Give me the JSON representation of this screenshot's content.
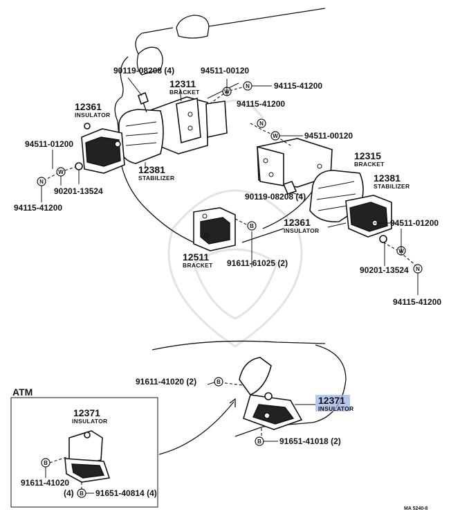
{
  "labels": {
    "p90119_top": "90119-08208 (4)",
    "p94511_top": "94511-00120",
    "p94115_top": "94115-41200",
    "p12311": "12311",
    "bracket_top": "BRACKET",
    "p12361_left": "12361",
    "insulator_left": "INSULATOR",
    "p94115_mid": "94115-41200",
    "p94511_mid": "94511-00120",
    "p94511_left": "94511-01200",
    "p12315": "12315",
    "bracket_right": "BRACKET",
    "p12381_left": "12381",
    "stabilizer_left": "STABILIZER",
    "p12381_right": "12381",
    "stabilizer_right": "STABILIZER",
    "p90201_left": "90201-13524",
    "p90119_right": "90119-08208 (4)",
    "p94115_left": "94115-41200",
    "p12361_right": "12361",
    "insulator_right": "INSULATOR",
    "p94511_right": "94511-01200",
    "p12511": "12511",
    "bracket_bottom": "BRACKET",
    "p91611_61025": "91611-61025 (2)",
    "p90201_right": "90201-13524",
    "p94115_right": "94115-41200",
    "p91611_41020_top": "91611-41020 (2)",
    "p12371_main": "12371",
    "insulator_main": "INSULATOR",
    "p91651_41018": "91651-41018 (2)",
    "atm_title": "ATM",
    "p12371_atm": "12371",
    "insulator_atm": "INSULATOR",
    "p91611_41020_atm": "91611-41020",
    "qty_4": "(4)",
    "p91651_40814": "91651-40814 (4)",
    "ref_code": "MA 5240-8"
  },
  "symbols": {
    "w": "W",
    "n": "N",
    "b": "B"
  },
  "colors": {
    "highlight": "#9fb3e6",
    "ink": "#111111"
  }
}
